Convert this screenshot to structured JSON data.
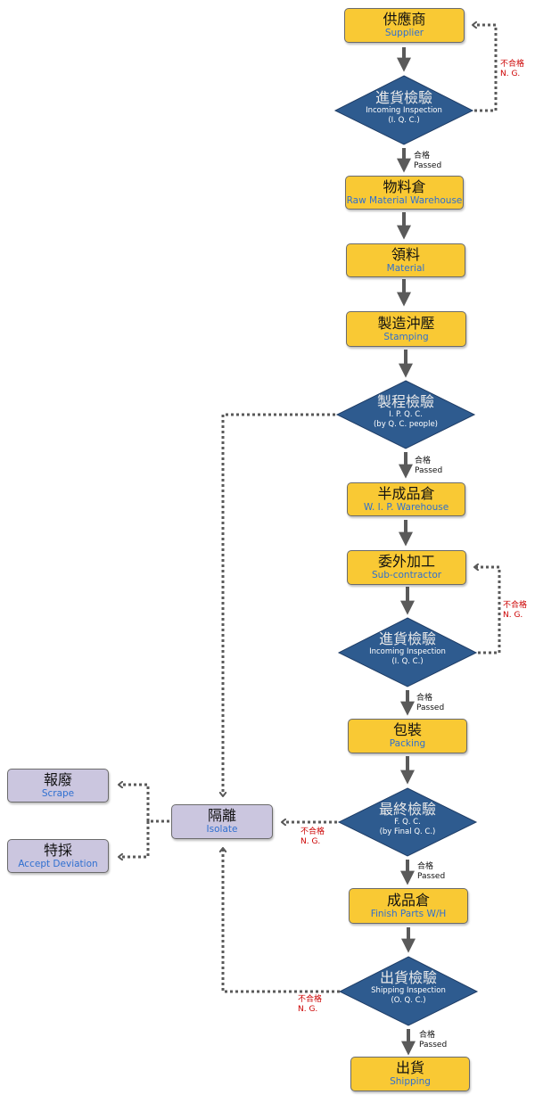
{
  "nodes": {
    "supplier": {
      "zh": "供應商",
      "en": "Supplier"
    },
    "iqc1": {
      "zh": "進貨檢驗",
      "en1": "Incoming Inspection",
      "en2": "(I. Q. C.)"
    },
    "raw_wh": {
      "zh": "物料倉",
      "en": "Raw Material Warehouse"
    },
    "material": {
      "zh": "領料",
      "en": "Material"
    },
    "stamping": {
      "zh": "製造沖壓",
      "en": "Stamping"
    },
    "ipqc": {
      "zh": "製程檢驗",
      "en1": "I. P. Q. C.",
      "en2": "(by Q. C. people)"
    },
    "wip_wh": {
      "zh": "半成品倉",
      "en": "W. I. P. Warehouse"
    },
    "subcon": {
      "zh": "委外加工",
      "en": "Sub-contractor"
    },
    "iqc2": {
      "zh": "進貨檢驗",
      "en1": "Incoming Inspection",
      "en2": "(I. Q. C.)"
    },
    "packing": {
      "zh": "包裝",
      "en": "Packing"
    },
    "fqc": {
      "zh": "最終檢驗",
      "en1": "F. Q. C.",
      "en2": "(by Final Q. C.)"
    },
    "finish_wh": {
      "zh": "成品倉",
      "en": "Finish Parts W/H"
    },
    "oqc": {
      "zh": "出貨檢驗",
      "en1": "Shipping Inspection",
      "en2": "(O. Q. C.)"
    },
    "shipping": {
      "zh": "出貨",
      "en": "Shipping"
    },
    "isolate": {
      "zh": "隔離",
      "en": "Isolate"
    },
    "scrape": {
      "zh": "報廢",
      "en": "Scrape"
    },
    "deviation": {
      "zh": "特採",
      "en": "Accept  Deviation"
    }
  },
  "labels": {
    "pass_zh": "合格",
    "pass_en": "Passed",
    "ng_zh": "不合格",
    "ng_en": "N. G."
  },
  "colors": {
    "process_box": "#f9c934",
    "decision_diamond": "#2e5b8f",
    "reject_box": "#cbc6df",
    "arrow": "#5a5a5a",
    "ng_text": "#cc0000",
    "english_text": "#2f6fd0"
  }
}
